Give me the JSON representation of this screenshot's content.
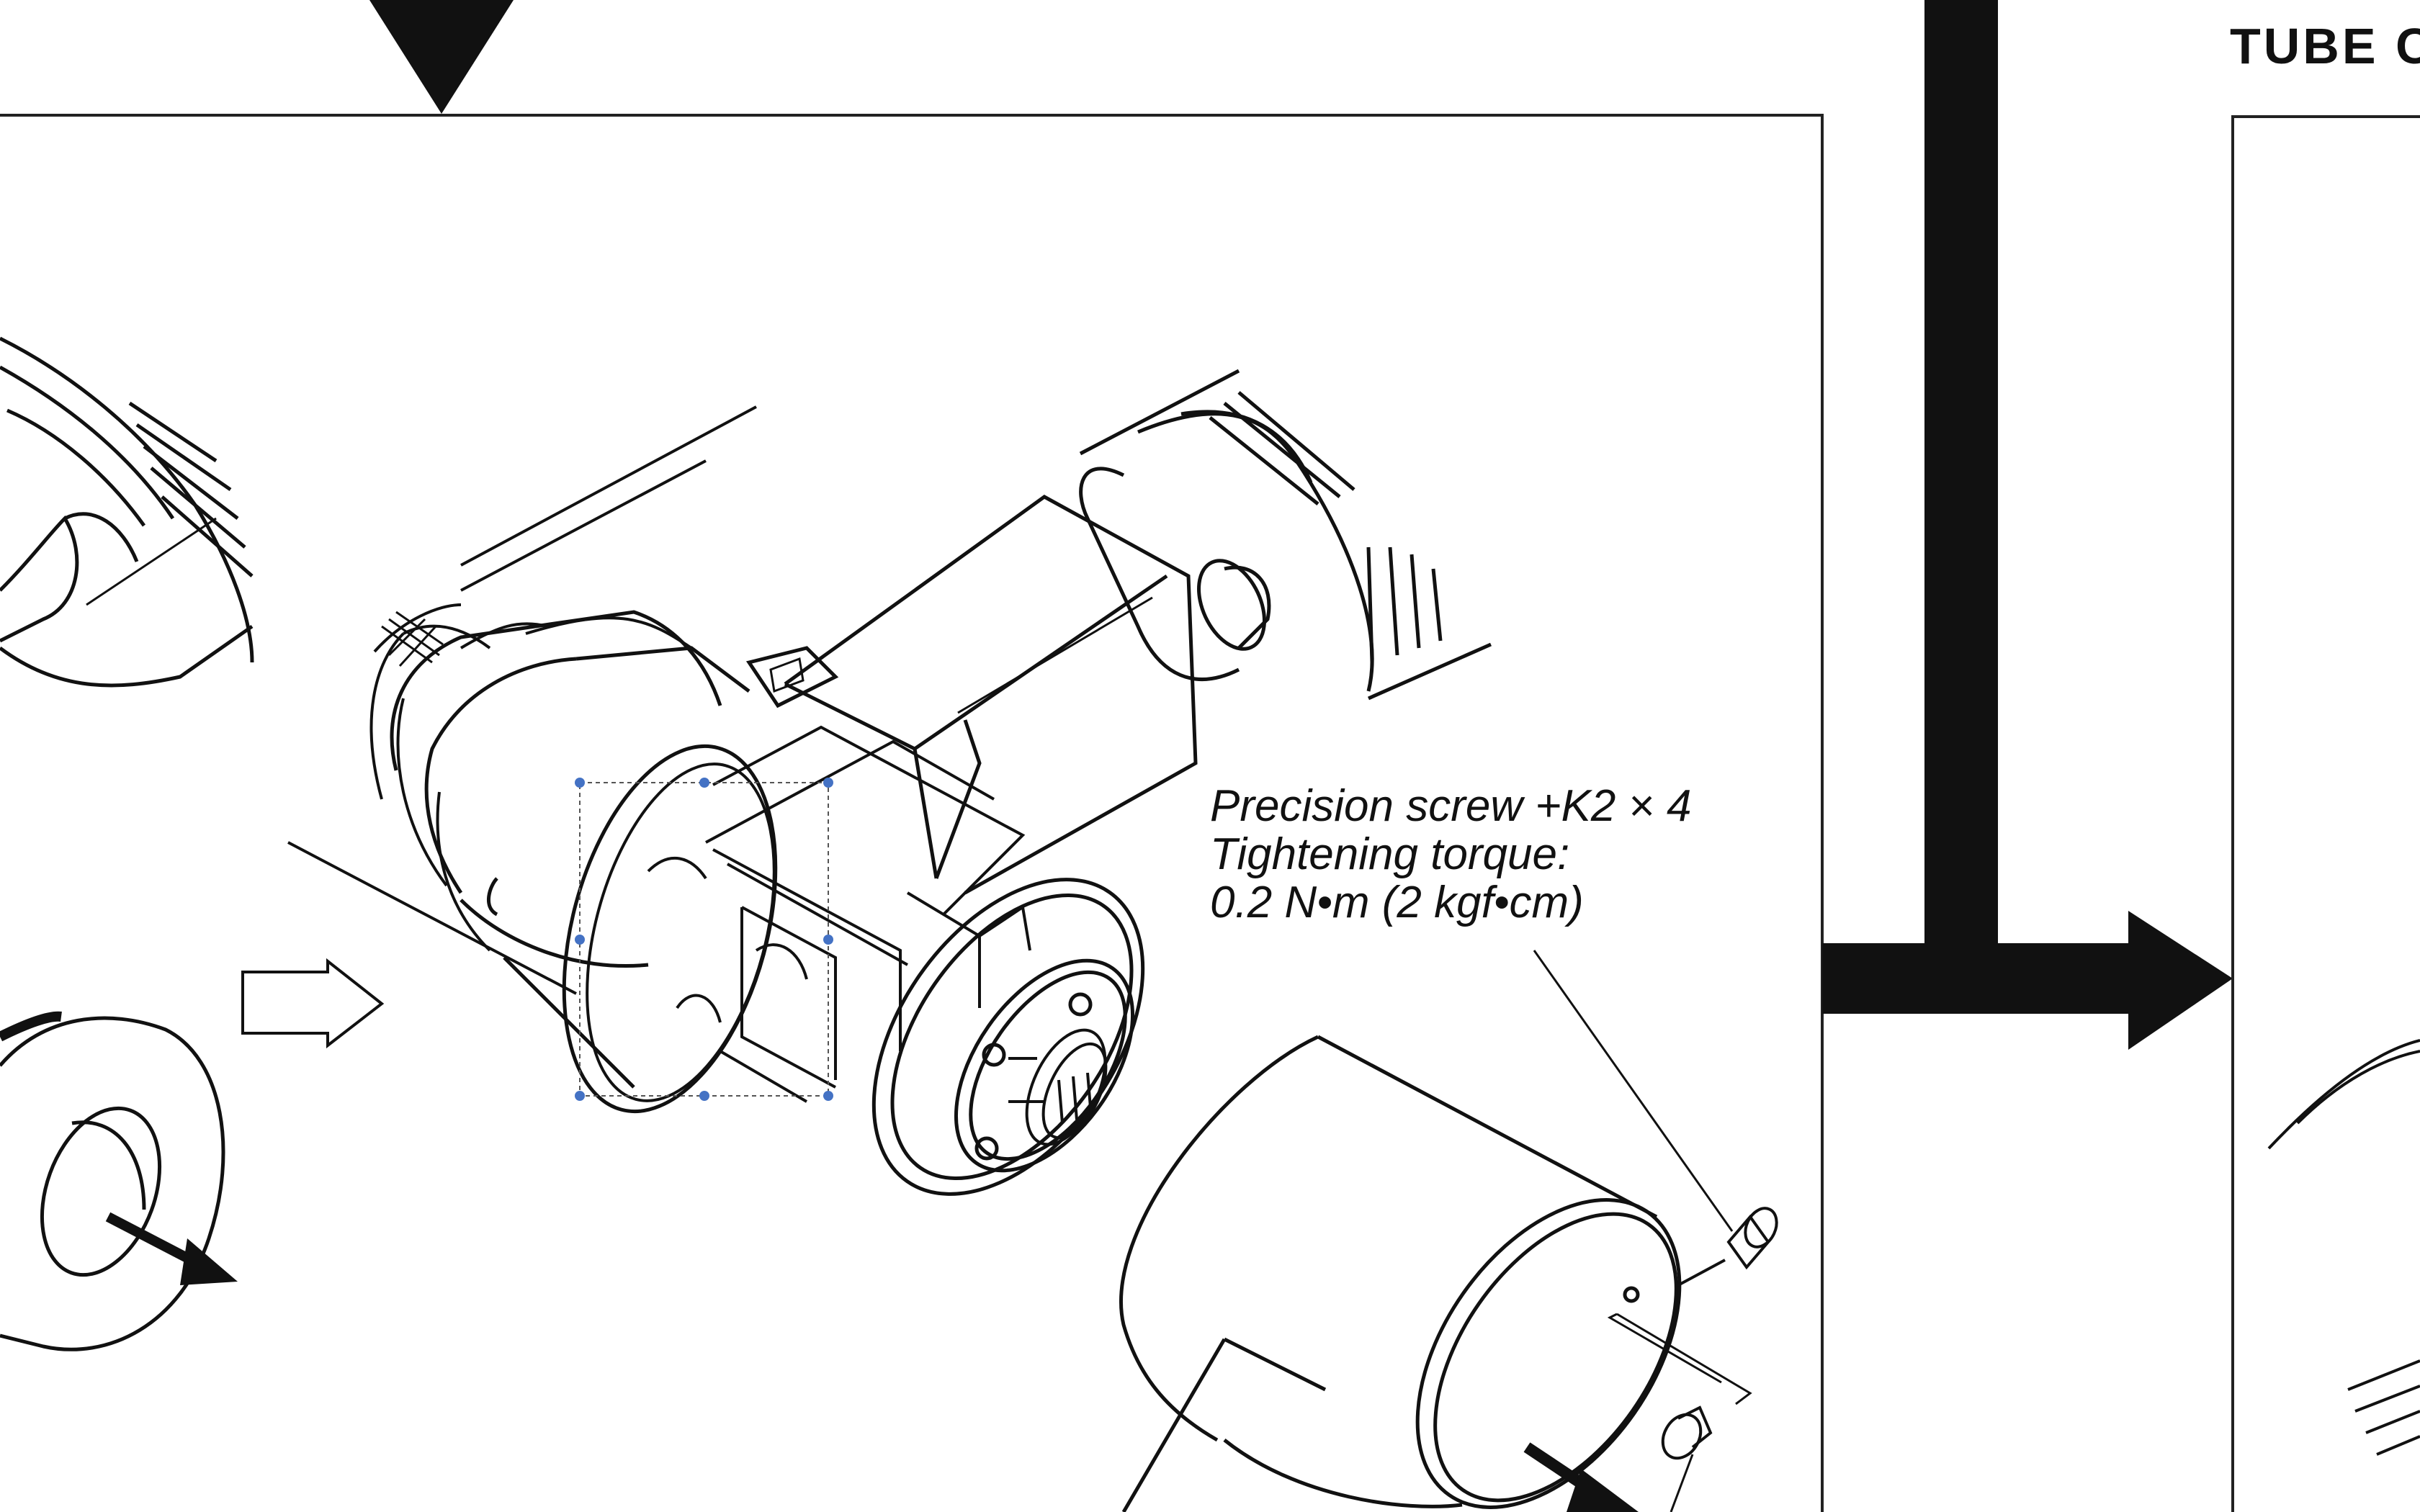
{
  "annotation": {
    "screw_line": "Precision screw +K2 × 4",
    "torque_label": "Tightening torque:",
    "torque_value": "0.2 N•m (2 kgf•cm)"
  },
  "next_section_heading": "TUBE C",
  "colors": {
    "ink": "#111111",
    "selection_handle": "#4472c4"
  }
}
